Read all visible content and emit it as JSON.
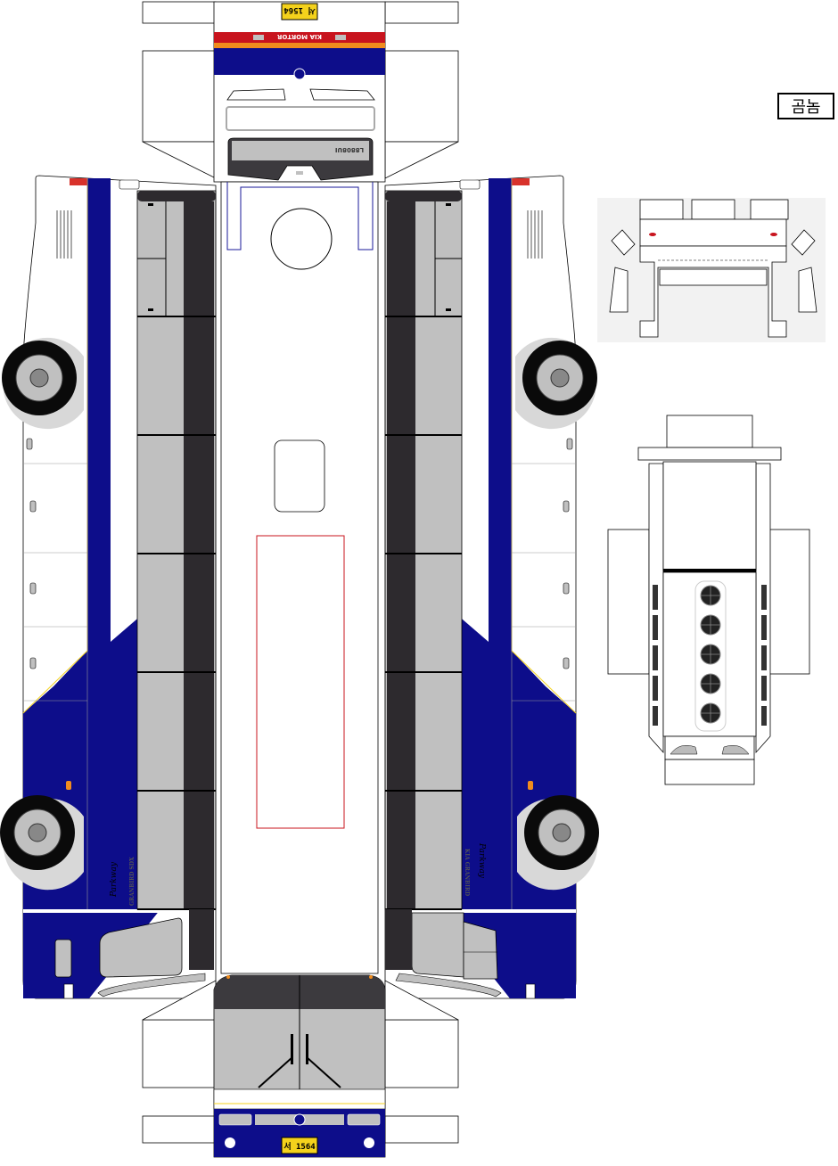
{
  "author_tag": "곰놈",
  "front_plate": "서 1564",
  "rear_plate": "서 1564",
  "front_brand_text": "KIA MORTOR",
  "front_sign_text": "L8808UI",
  "side_script_left": "Parkway",
  "side_model_left": "GRANBIRD SDX",
  "side_script_right": "Parkway",
  "side_model_right": "KIA GRANBIRD",
  "colors": {
    "body_blue": "#0d0d8a",
    "stripe_red": "#c8141e",
    "stripe_orange": "#f08c1e",
    "window_gray": "#c0c0c0",
    "window_dark": "#2d2a2e",
    "outline": "#000000"
  },
  "icons": {
    "front_logo": "kia-logo-icon",
    "rear_logo": "kia-logo-icon",
    "wheel": "wheel-icon",
    "fan": "radiator-fan-icon"
  }
}
